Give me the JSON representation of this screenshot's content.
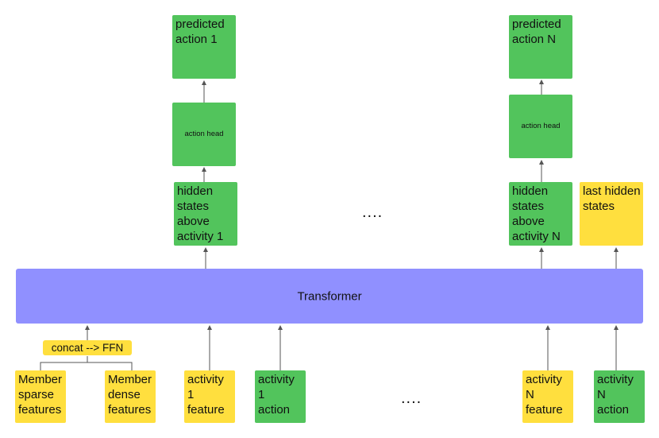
{
  "colors": {
    "green": "#52c45c",
    "yellow": "#ffdf3e",
    "violet": "#9090ff",
    "arrow": "#555555"
  },
  "top": {
    "predicted_1": "predicted\naction 1",
    "predicted_n": "predicted\naction N",
    "action_head_1": "action head",
    "action_head_n": "action head",
    "hidden_1": "hidden\nstates\nabove\nactivity 1",
    "hidden_n": "hidden\nstates\nabove\nactivity N",
    "last_hidden": "last hidden\nstates",
    "ellipsis": "...."
  },
  "transformer": {
    "label": "Transformer"
  },
  "bottom": {
    "concat": "concat --> FFN",
    "member_sparse": "Member\nsparse\nfeatures",
    "member_dense": "Member\ndense\nfeatures",
    "activity_1_feature": "activity\n1\nfeature",
    "activity_1_action": "activity\n1\naction",
    "ellipsis": "....",
    "activity_n_feature": "activity\nN\nfeature",
    "activity_n_action": "activity\nN\naction"
  }
}
